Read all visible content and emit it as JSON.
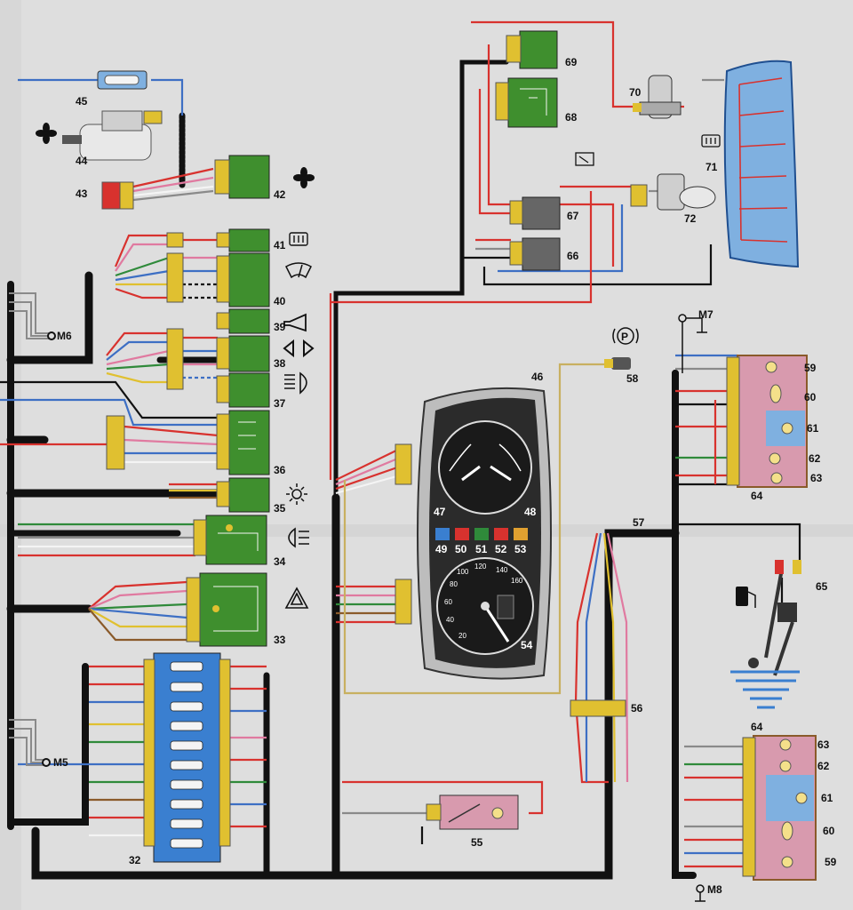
{
  "labels": {
    "c32": "32",
    "c33": "33",
    "c34": "34",
    "c35": "35",
    "c36": "36",
    "c37": "37",
    "c38": "38",
    "c39": "39",
    "c40": "40",
    "c41": "41",
    "c42": "42",
    "c43": "43",
    "c44": "44",
    "c45": "45",
    "c46": "46",
    "c47": "47",
    "c48": "48",
    "c49": "49",
    "c50": "50",
    "c51": "51",
    "c52": "52",
    "c53": "53",
    "c54": "54",
    "c55": "55",
    "c56": "56",
    "c57": "57",
    "c58": "58",
    "c59a": "59",
    "c60a": "60",
    "c61a": "61",
    "c62a": "62",
    "c63a": "63",
    "c64a": "64",
    "c65": "65",
    "c66": "66",
    "c67": "67",
    "c68": "68",
    "c69": "69",
    "c70": "70",
    "c71": "71",
    "c72": "72",
    "c59b": "59",
    "c60b": "60",
    "c61b": "61",
    "c62b": "62",
    "c63b": "63",
    "c64b": "64"
  },
  "grounds": {
    "m5": "M5",
    "m6": "M6",
    "m7": "M7",
    "m8": "M8"
  },
  "speedometer_scale": [
    "20",
    "40",
    "60",
    "80",
    "100",
    "120",
    "140",
    "160"
  ],
  "parking_symbol": "P",
  "wire_colors": {
    "red": "#d8322e",
    "black": "#111111",
    "blue": "#3d6fc4",
    "green": "#2f8a3a",
    "yellow": "#e0c030",
    "white": "#f4f4f4",
    "brown": "#8a5a2a",
    "pink": "#e07aa0",
    "grey": "#8a8a8a"
  },
  "component_colors": {
    "relay_green": "#3f8f2e",
    "fuse_box_blue": "#3a7fd0",
    "panel_pink": "#d89aae",
    "heater_glass": "#7fb0e0",
    "dash_dark": "#2b2b2b"
  },
  "icons": [
    "fan-icon",
    "rear-window-heater-icon",
    "wiper-icon",
    "horn-icon",
    "turn-signal-icon",
    "high-beam-icon",
    "side-light-icon",
    "fog-light-icon",
    "hazard-icon",
    "parking-brake-icon",
    "fuel-pump-icon",
    "washer-icon"
  ]
}
